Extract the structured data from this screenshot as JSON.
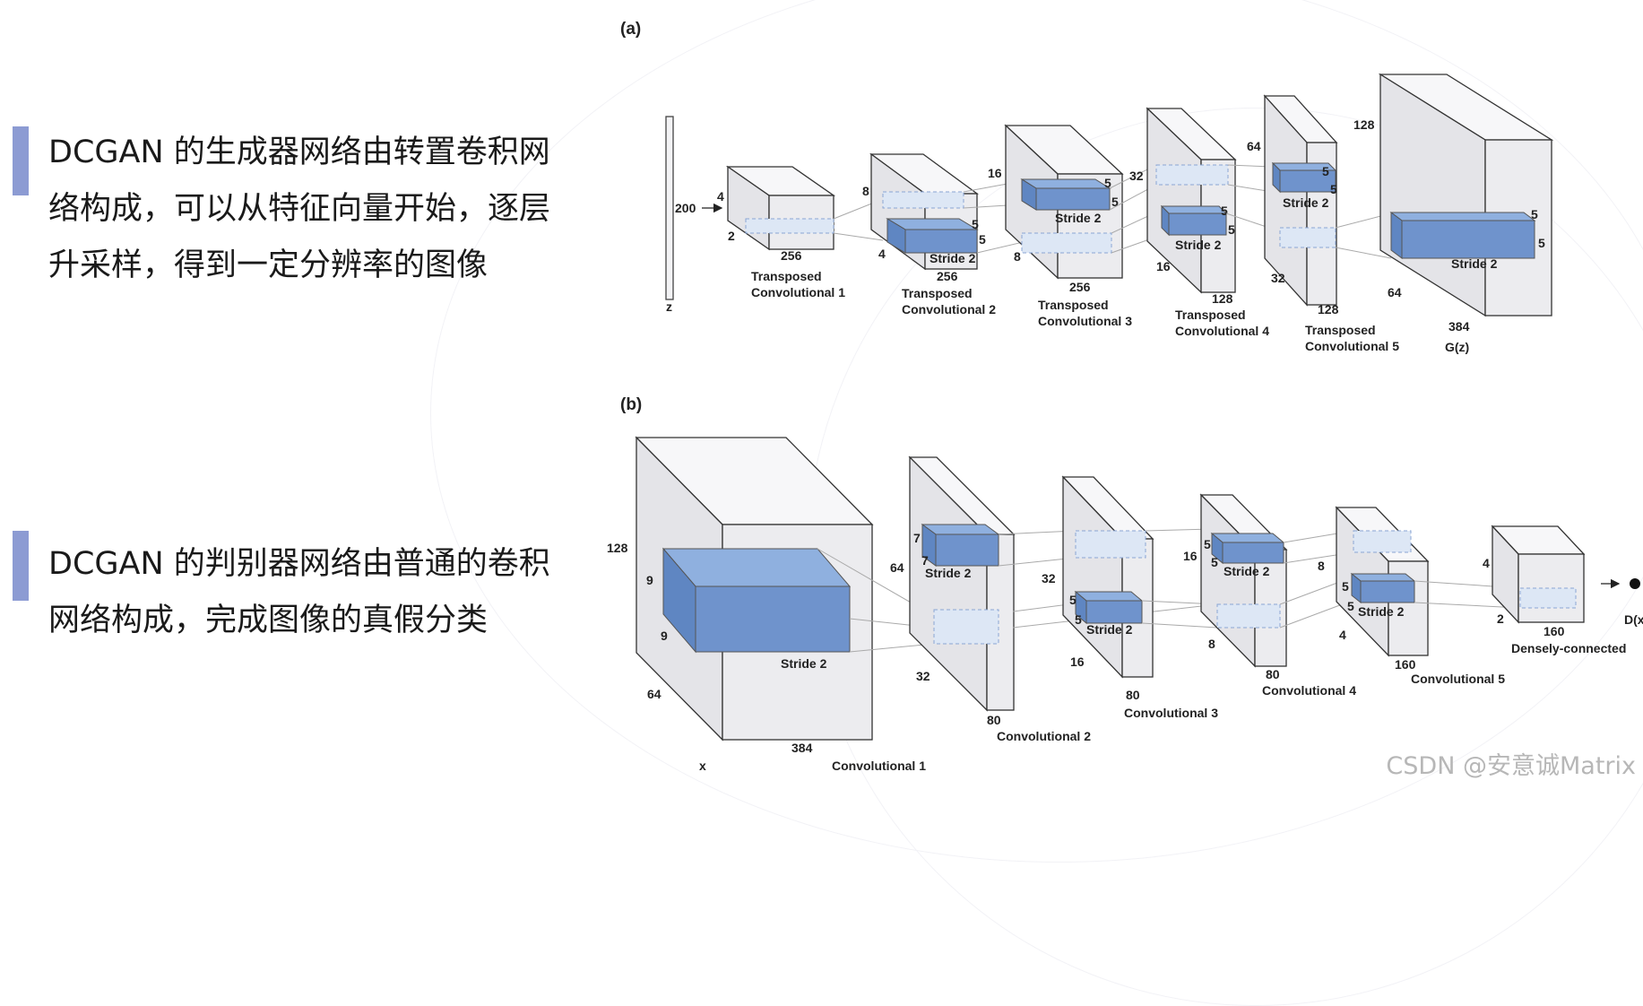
{
  "bullets": [
    {
      "lines": [
        "DCGAN 的生成器网络由转置卷积网",
        "络构成，可以从特征向量开始，逐层",
        "升采样，得到一定分辨率的图像"
      ]
    },
    {
      "lines": [
        "DCGAN 的判别器网络由普通的卷积",
        "网络构成，完成图像的真假分类"
      ]
    }
  ],
  "panel_a": {
    "label": "(a)",
    "z_label": "z",
    "input_dim": "200",
    "output": "G(z)",
    "layers": [
      {
        "caption": [
          "Transposed",
          "Convolutional 1"
        ],
        "h": "4",
        "d": "2",
        "w": "256"
      },
      {
        "caption": [
          "Transposed",
          "Convolutional 2"
        ],
        "h": "8",
        "d": "4",
        "w": "256",
        "stride": "Stride 2",
        "k1": "5",
        "k2": "5"
      },
      {
        "caption": [
          "Transposed",
          "Convolutional 3"
        ],
        "h": "16",
        "d": "8",
        "w": "256",
        "stride": "Stride 2",
        "k1": "5",
        "k2": "5"
      },
      {
        "caption": [
          "Transposed",
          "Convolutional 4"
        ],
        "h": "32",
        "d": "16",
        "w": "128",
        "stride": "Stride 2",
        "k1": "5",
        "k2": "5"
      },
      {
        "caption": [
          "Transposed",
          "Convolutional 5"
        ],
        "h": "64",
        "d": "32",
        "w": "128",
        "stride": "Stride 2",
        "k1": "5",
        "k2": "5"
      },
      {
        "caption": [
          "G(z)"
        ],
        "h": "128",
        "d": "64",
        "w": "384",
        "stride": "Stride 2",
        "k1": "5",
        "k2": "5"
      }
    ]
  },
  "panel_b": {
    "label": "(b)",
    "x_label": "x",
    "output": "D(x)",
    "layers": [
      {
        "caption": "Convolutional 1",
        "h": "128",
        "d": "64",
        "w": "384",
        "k1": "9",
        "k2": "9",
        "stride": "Stride 2"
      },
      {
        "caption": "Convolutional 2",
        "h": "64",
        "d": "32",
        "w": "80",
        "k1": "7",
        "k2": "7",
        "stride": "Stride 2"
      },
      {
        "caption": "Convolutional 3",
        "h": "32",
        "d": "16",
        "w": "80",
        "k1": "5",
        "k2": "5",
        "stride": "Stride 2"
      },
      {
        "caption": "Convolutional 4",
        "h": "16",
        "d": "8",
        "w": "80",
        "k1": "5",
        "k2": "5",
        "stride": "Stride 2"
      },
      {
        "caption": "Convolutional 5",
        "h": "8",
        "d": "4",
        "w": "160",
        "k1": "5",
        "k2": "5",
        "stride": "Stride 2"
      },
      {
        "caption": "Densely-connected",
        "h": "4",
        "d": "2",
        "w": "160"
      }
    ]
  },
  "watermark": "CSDN @安意诚Matrix",
  "colors": {
    "accent_bar": "#8c9bd3",
    "kernel_fill": "#6f93cc",
    "block_fill": "#ececef",
    "ghost_fill": "#dde7f5"
  }
}
